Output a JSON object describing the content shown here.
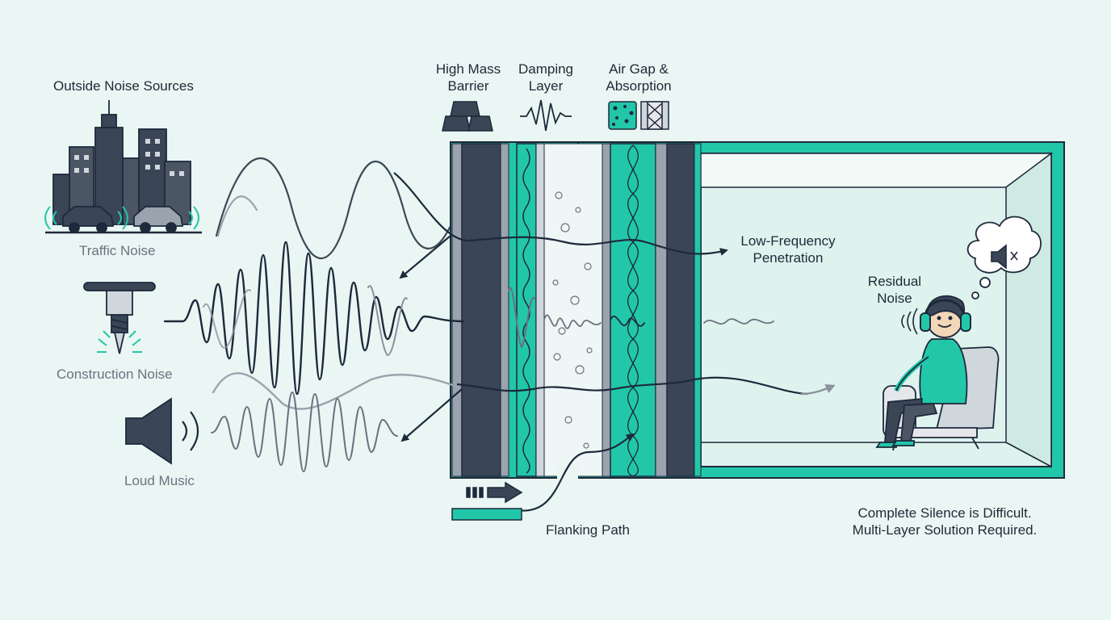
{
  "sources": {
    "heading": "Outside Noise Sources",
    "traffic": "Traffic Noise",
    "construction": "Construction Noise",
    "music": "Loud Music"
  },
  "layers": {
    "mass": [
      "High Mass",
      "Barrier"
    ],
    "damping": [
      "Damping",
      "Layer"
    ],
    "airgap": [
      "Air Gap &",
      "Absorption"
    ]
  },
  "labels": {
    "low_frequency": [
      "Low-Frequency",
      "Penetration"
    ],
    "residual": [
      "Residual",
      "Noise"
    ],
    "flanking": "Flanking Path",
    "conclusion": [
      "Complete Silence is Difficult.",
      "Multi-Layer Solution Required."
    ]
  },
  "icons": [
    "city-icon",
    "car-icon",
    "jackhammer-icon",
    "speaker-icon",
    "weights-icon",
    "damping-wave-icon",
    "foam-icon",
    "insulation-icon",
    "thought-bubble-icon",
    "muted-speaker-icon",
    "headphones-icon",
    "armchair-icon"
  ],
  "colors": {
    "accent": "#22c7a9",
    "dark": "#3a4556",
    "ink": "#1e293b",
    "background": "#eaf6f3"
  }
}
